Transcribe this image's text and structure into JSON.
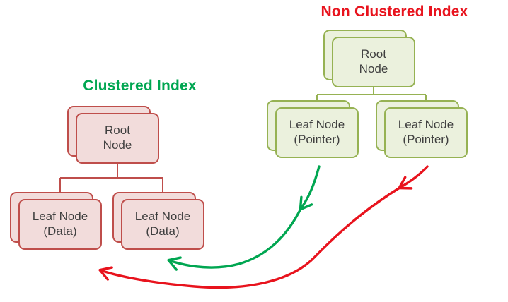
{
  "clustered": {
    "title": "Clustered Index",
    "root": {
      "line1": "Root",
      "line2": "Node"
    },
    "leaves": [
      {
        "line1": "Leaf Node",
        "line2": "(Data)"
      },
      {
        "line1": "Leaf Node",
        "line2": "(Data)"
      }
    ]
  },
  "non_clustered": {
    "title": "Non Clustered Index",
    "root": {
      "line1": "Root",
      "line2": "Node"
    },
    "leaves": [
      {
        "line1": "Leaf Node",
        "line2": "(Pointer)"
      },
      {
        "line1": "Leaf Node",
        "line2": "(Pointer)"
      }
    ]
  },
  "colors": {
    "clustered_title": "#00a651",
    "non_clustered_title": "#e8131d",
    "clustered_box_fill": "#f2dcdb",
    "clustered_box_border": "#bf4e4b",
    "non_clustered_box_fill": "#ebf1dd",
    "non_clustered_box_border": "#96b253",
    "green_arrow": "#00a651",
    "red_arrow": "#e8131d"
  }
}
